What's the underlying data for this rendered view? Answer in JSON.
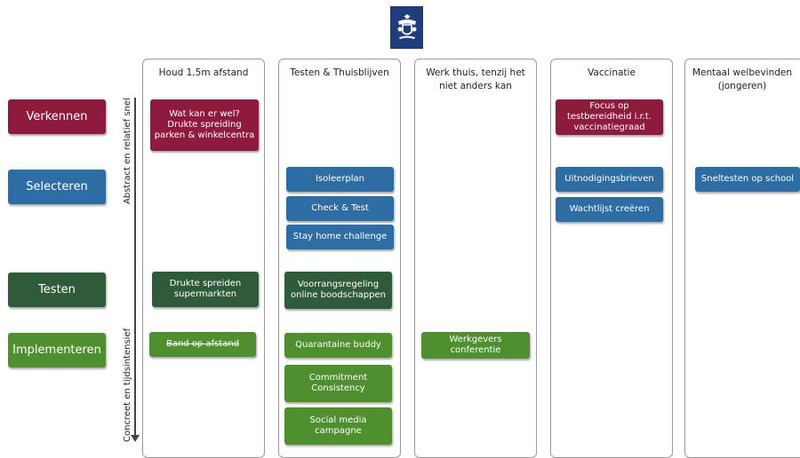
{
  "colors": {
    "verkennen": "#8e1b3e",
    "selecteren": "#2d6da3",
    "testen": "#2f5b3a",
    "implementeren": "#4f8f2f",
    "logo": "#1f3d78"
  },
  "logo_icon": "royal-coat-of-arms",
  "axis": {
    "top_label": "Abstract en relatief snel",
    "bottom_label": "Concreet en tijdsintensief"
  },
  "phases": [
    "Verkennen",
    "Selecteren",
    "Testen",
    "Implementeren"
  ],
  "columns": [
    {
      "title": "Houd 1,5m afstand"
    },
    {
      "title": "Testen & Thuisblijven"
    },
    {
      "title": "Werk thuis, tenzij het niet anders kan"
    },
    {
      "title": "Vaccinatie"
    },
    {
      "title": "Mentaal welbevinden (jongeren)"
    }
  ],
  "cards": {
    "c1_verkennen": "Wat kan er wel? Drukte spreiding parken & winkelcentra",
    "c1_testen": "Drukte spreiden supermarkten",
    "c1_impl": "Band op afstand",
    "c2_sel1": "Isoleerplan",
    "c2_sel2": "Check & Test",
    "c2_sel3": "Stay home challenge",
    "c2_testen": "Voorrangsregeling online boodschappen",
    "c2_impl1": "Quarantaine buddy",
    "c2_impl2": "Commitment Consistency",
    "c2_impl3": "Social media campagne",
    "c3_impl": "Werkgevers conferentie",
    "c4_verkennen": "Focus op testbereidheid i.r.t. vaccinatiegraad",
    "c4_sel1": "Uitnodigingsbrieven",
    "c4_sel2": "Wachtlijst creëren",
    "c5_sel": "Sneltesten op school"
  }
}
